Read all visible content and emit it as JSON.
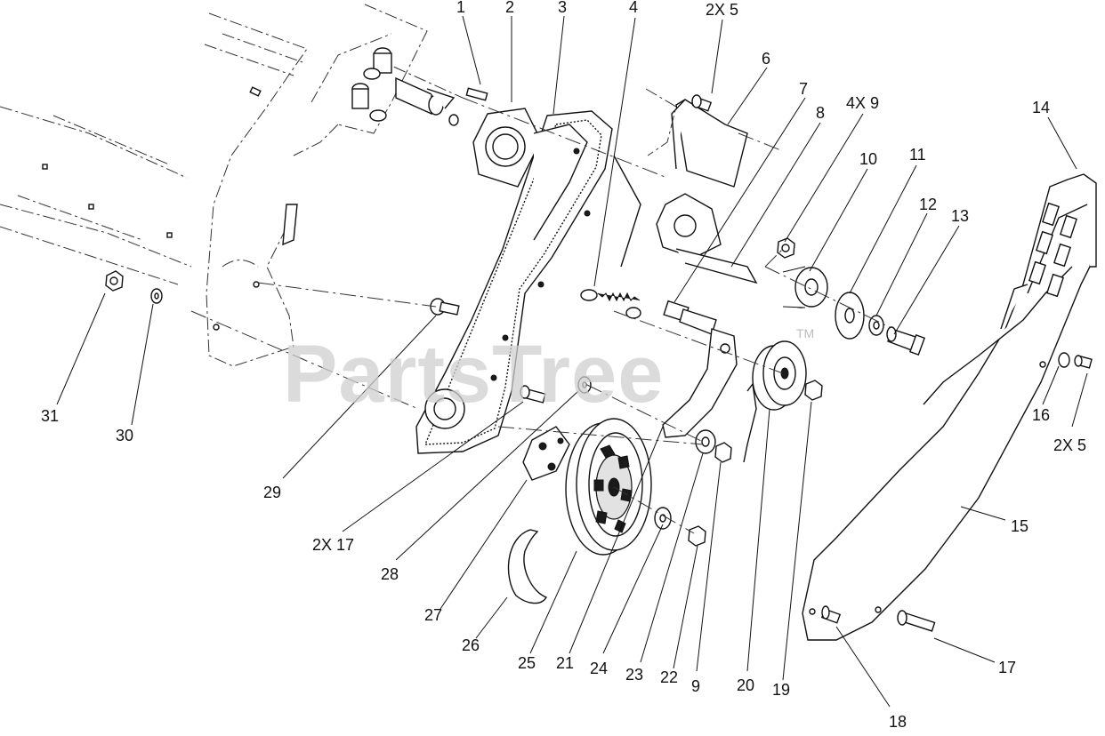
{
  "watermark": {
    "text": "PartsTree",
    "trademark": "TM"
  },
  "callouts": [
    {
      "id": "c1",
      "text": "1"
    },
    {
      "id": "c2",
      "text": "2"
    },
    {
      "id": "c3",
      "text": "3"
    },
    {
      "id": "c4",
      "text": "4"
    },
    {
      "id": "c5a",
      "text": "2X 5"
    },
    {
      "id": "c6",
      "text": "6"
    },
    {
      "id": "c7",
      "text": "7"
    },
    {
      "id": "c8",
      "text": "8"
    },
    {
      "id": "c9a",
      "text": "4X 9"
    },
    {
      "id": "c10",
      "text": "10"
    },
    {
      "id": "c11",
      "text": "11"
    },
    {
      "id": "c12",
      "text": "12"
    },
    {
      "id": "c13",
      "text": "13"
    },
    {
      "id": "c14",
      "text": "14"
    },
    {
      "id": "c15",
      "text": "15"
    },
    {
      "id": "c16",
      "text": "16"
    },
    {
      "id": "c5b",
      "text": "2X 5"
    },
    {
      "id": "c17",
      "text": "17"
    },
    {
      "id": "c18",
      "text": "18"
    },
    {
      "id": "c19",
      "text": "19"
    },
    {
      "id": "c20",
      "text": "20"
    },
    {
      "id": "c9b",
      "text": "9"
    },
    {
      "id": "c22",
      "text": "22"
    },
    {
      "id": "c23",
      "text": "23"
    },
    {
      "id": "c24",
      "text": "24"
    },
    {
      "id": "c21",
      "text": "21"
    },
    {
      "id": "c25",
      "text": "25"
    },
    {
      "id": "c26",
      "text": "26"
    },
    {
      "id": "c27",
      "text": "27"
    },
    {
      "id": "c28",
      "text": "28"
    },
    {
      "id": "c17b",
      "text": "2X 17"
    },
    {
      "id": "c29",
      "text": "29"
    },
    {
      "id": "c30",
      "text": "30"
    },
    {
      "id": "c31",
      "text": "31"
    }
  ]
}
